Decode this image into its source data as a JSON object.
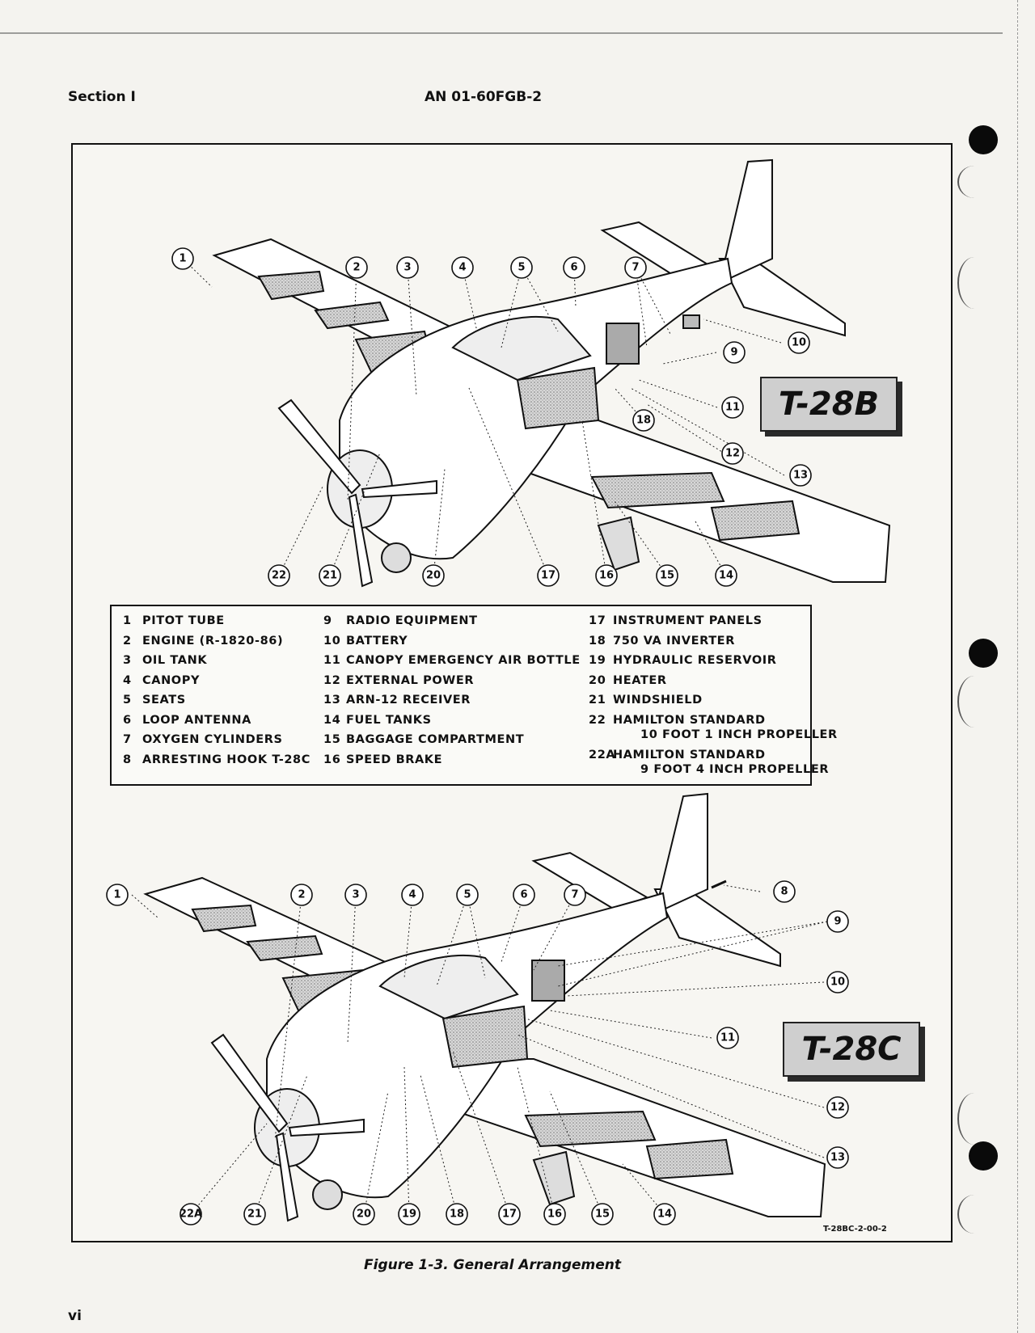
{
  "header": {
    "section": "Section I",
    "document_number": "AN 01-60FGB-2"
  },
  "aircraft": {
    "top_label": "T-28B",
    "bottom_label": "T-28C"
  },
  "legend": {
    "col1": [
      {
        "num": "1",
        "text": "PITOT TUBE"
      },
      {
        "num": "2",
        "text": "ENGINE (R-1820-86)"
      },
      {
        "num": "3",
        "text": "OIL TANK"
      },
      {
        "num": "4",
        "text": "CANOPY"
      },
      {
        "num": "5",
        "text": "SEATS"
      },
      {
        "num": "6",
        "text": "LOOP ANTENNA"
      },
      {
        "num": "7",
        "text": "OXYGEN CYLINDERS"
      },
      {
        "num": "8",
        "text": "ARRESTING HOOK T-28C"
      }
    ],
    "col2": [
      {
        "num": "9",
        "text": "RADIO EQUIPMENT"
      },
      {
        "num": "10",
        "text": "BATTERY"
      },
      {
        "num": "11",
        "text": "CANOPY EMERGENCY AIR BOTTLE"
      },
      {
        "num": "12",
        "text": "EXTERNAL POWER"
      },
      {
        "num": "13",
        "text": "ARN-12 RECEIVER"
      },
      {
        "num": "14",
        "text": "FUEL TANKS"
      },
      {
        "num": "15",
        "text": "BAGGAGE COMPARTMENT"
      },
      {
        "num": "16",
        "text": "SPEED BRAKE"
      }
    ],
    "col3": [
      {
        "num": "17",
        "text": "INSTRUMENT PANELS"
      },
      {
        "num": "18",
        "text": "750 VA INVERTER"
      },
      {
        "num": "19",
        "text": "HYDRAULIC RESERVOIR"
      },
      {
        "num": "20",
        "text": "HEATER"
      },
      {
        "num": "21",
        "text": "WINDSHIELD"
      },
      {
        "num": "22",
        "text": "HAMILTON STANDARD",
        "cont": "10 FOOT 1 INCH PROPELLER"
      },
      {
        "num": "22A",
        "text": "HAMILTON STANDARD",
        "cont": "9 FOOT 4 INCH PROPELLER"
      }
    ]
  },
  "callouts_top": [
    "1",
    "2",
    "3",
    "4",
    "5",
    "6",
    "7",
    "10",
    "9",
    "11",
    "18",
    "12",
    "13",
    "22",
    "21",
    "20",
    "17",
    "16",
    "15",
    "14"
  ],
  "callouts_bottom": [
    "1",
    "2",
    "3",
    "4",
    "5",
    "6",
    "7",
    "8",
    "9",
    "10",
    "11",
    "12",
    "13",
    "22A",
    "21",
    "20",
    "19",
    "18",
    "17",
    "16",
    "15",
    "14"
  ],
  "figure_code": "T-28BC-2-00-2",
  "caption": "Figure 1-3. General Arrangement",
  "page_number": "vi"
}
